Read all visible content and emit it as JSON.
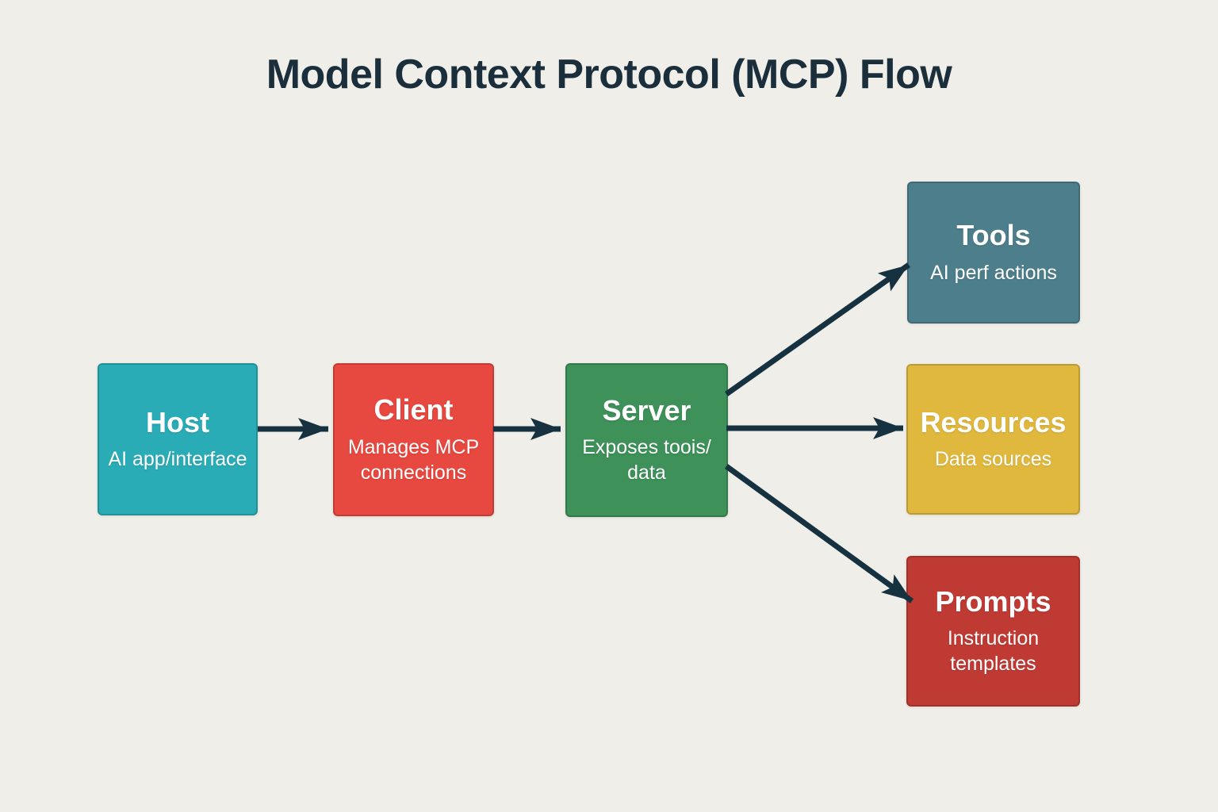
{
  "title": "Model Context Protocol (MCP) Flow",
  "colors": {
    "background": "#f0eee8",
    "title_text": "#1b2e3c",
    "arrow": "#16313f",
    "box_text": "#ffffff"
  },
  "nodes": {
    "host": {
      "label": "Host",
      "description": "AI app/interface",
      "color": "#2aacb6"
    },
    "client": {
      "label": "Client",
      "description": "Manages MCP\nconnections",
      "color": "#e74840"
    },
    "server": {
      "label": "Server",
      "description": "Exposes toois/\ndata",
      "color": "#3d9159"
    },
    "tools": {
      "label": "Tools",
      "description": "AI perf actions",
      "color": "#4d7e8b"
    },
    "resources": {
      "label": "Resources",
      "description": "Data sources",
      "color": "#e1b83e"
    },
    "prompts": {
      "label": "Prompts",
      "description": "Instruction\ntemplates",
      "color": "#c03a34"
    }
  },
  "edges": [
    {
      "from": "host",
      "to": "client"
    },
    {
      "from": "client",
      "to": "server"
    },
    {
      "from": "server",
      "to": "tools"
    },
    {
      "from": "server",
      "to": "resources"
    },
    {
      "from": "server",
      "to": "prompts"
    }
  ]
}
